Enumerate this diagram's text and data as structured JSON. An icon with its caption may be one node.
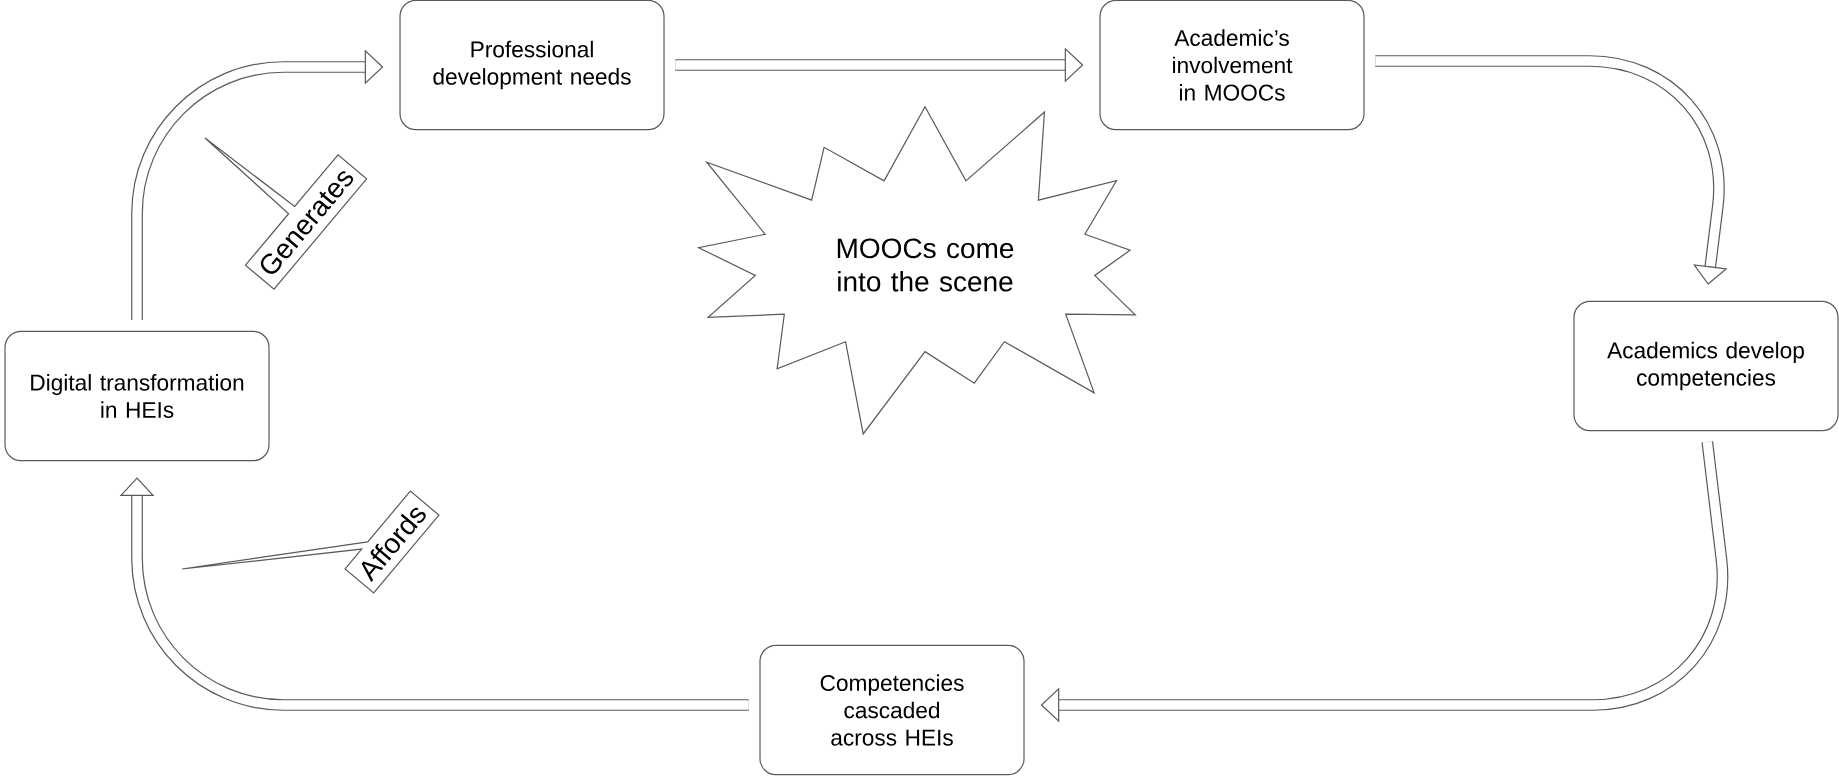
{
  "diagram": {
    "nodes": [
      {
        "text": [
          "Professional development needs"
        ]
      },
      {
        "text": [
          "Academic’s involvement in MOOCs"
        ]
      },
      {
        "text": [
          "Academics develop competencies"
        ]
      },
      {
        "text": [
          "Competencies cascaded across HEIs"
        ]
      },
      {
        "text": [
          "Digital transformation in HEIs"
        ]
      },
      {
        "text": [
          "MOOCs come into the scene"
        ]
      },
      {
        "text": [
          "Generates"
        ]
      },
      {
        "text": [
          "Affords"
        ]
      }
    ],
    "edges": [
      {
        "from": 4,
        "to": 0,
        "arrow": "to"
      },
      {
        "from": 0,
        "to": 1,
        "arrow": "to"
      },
      {
        "from": 1,
        "to": 2,
        "arrow": "to"
      },
      {
        "from": 2,
        "to": 3,
        "arrow": "to"
      },
      {
        "from": 3,
        "to": 4,
        "arrow": "to"
      }
    ]
  }
}
